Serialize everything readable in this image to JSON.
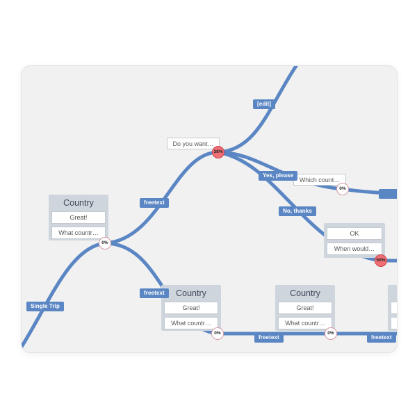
{
  "colors": {
    "edge": "#5b86c4",
    "tag": "#5b86c4",
    "hot_node": "#ef6f75",
    "card": "#cfd5dd",
    "canvas": "#f1f1f1"
  },
  "tags": {
    "single_trip": "Single Trip",
    "freetext_1": "freetext",
    "freetext_2": "freetext",
    "freetext_3": "freetext",
    "freetext_4": "freetext",
    "edit": "[edit]",
    "yes_please": "Yes, please",
    "no_thanks": "No, thanks"
  },
  "cards": {
    "country_1": {
      "title": "Country",
      "line1": "Great!",
      "line2": "What countr…"
    },
    "country_2": {
      "title": "Country",
      "line1": "Great!",
      "line2": "What countr…"
    },
    "country_3": {
      "title": "Country",
      "line1": "Great!",
      "line2": "What countr…"
    }
  },
  "bubbles": {
    "do_you_want": "Do you want…",
    "which_count": "Which count…",
    "ok": "OK",
    "when_would": "When would…"
  },
  "nodes": {
    "n1": "0%",
    "n2": "38%",
    "n3": "0%",
    "n4": "0%",
    "n5": "0%",
    "n6": "50%"
  }
}
